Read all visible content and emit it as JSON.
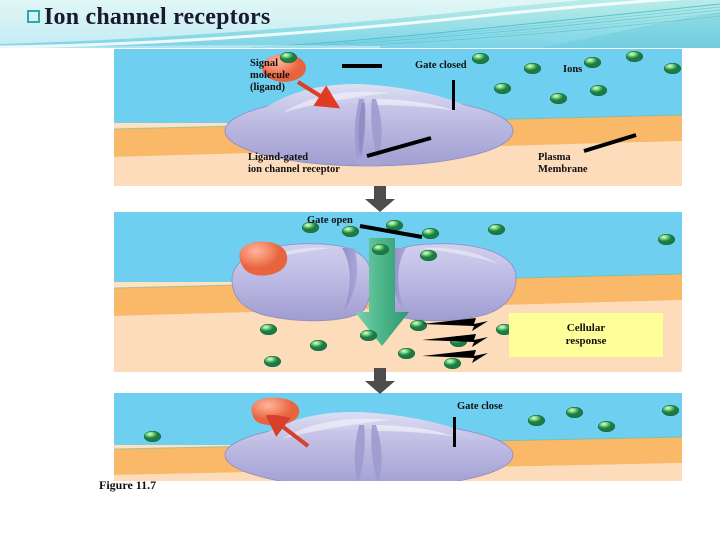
{
  "slide": {
    "title": "Ion channel receptors",
    "bullet_icon": "square-bullet-icon",
    "caption": "Figure 11.7",
    "background_color": "#ffffff"
  },
  "theme": {
    "header_gradient_start": "#b9ece9",
    "header_gradient_end": "#7fd3e6",
    "bullet_border": "#2aa9b5",
    "extracellular_color": "#6ecff0",
    "membrane_color": "#f9b968",
    "cytoplasm_color": "#fcdcbb",
    "receptor_color": "#b7b6df",
    "ligand_color": "#f4795b",
    "ion_color": "#3aa85c",
    "response_box_color": "#ffff99",
    "flow_arrow_color": "#4fb88c",
    "step_arrow_color": "#4d4d4d"
  },
  "panels": [
    {
      "id": "panel-1",
      "name": "gate-closed-panel",
      "labels": [
        {
          "name": "signal-molecule-label",
          "text": "Signal\nmolecule\n(ligand)"
        },
        {
          "name": "gate-closed-label",
          "text": "Gate closed"
        },
        {
          "name": "ions-label",
          "text": "Ions"
        },
        {
          "name": "ligand-gated-receptor-label",
          "text": "Ligand-gated\nion channel receptor"
        },
        {
          "name": "plasma-membrane-label",
          "text": "Plasma\nMembrane"
        }
      ]
    },
    {
      "id": "panel-2",
      "name": "gate-open-panel",
      "labels": [
        {
          "name": "gate-open-label",
          "text": "Gate open"
        },
        {
          "name": "cellular-response-label",
          "text": "Cellular\nresponse"
        }
      ]
    },
    {
      "id": "panel-3",
      "name": "gate-close-panel",
      "labels": [
        {
          "name": "gate-close-label",
          "text": "Gate close"
        }
      ]
    }
  ],
  "text": {
    "signal_molecule": "Signal\nmolecule\n(ligand)",
    "gate_closed": "Gate closed",
    "ions": "Ions",
    "ligand_gated_receptor": "Ligand-gated\nion channel receptor",
    "plasma_membrane": "Plasma\nMembrane",
    "gate_open": "Gate open",
    "cellular_response": "Cellular\nresponse",
    "gate_close": "Gate close"
  }
}
